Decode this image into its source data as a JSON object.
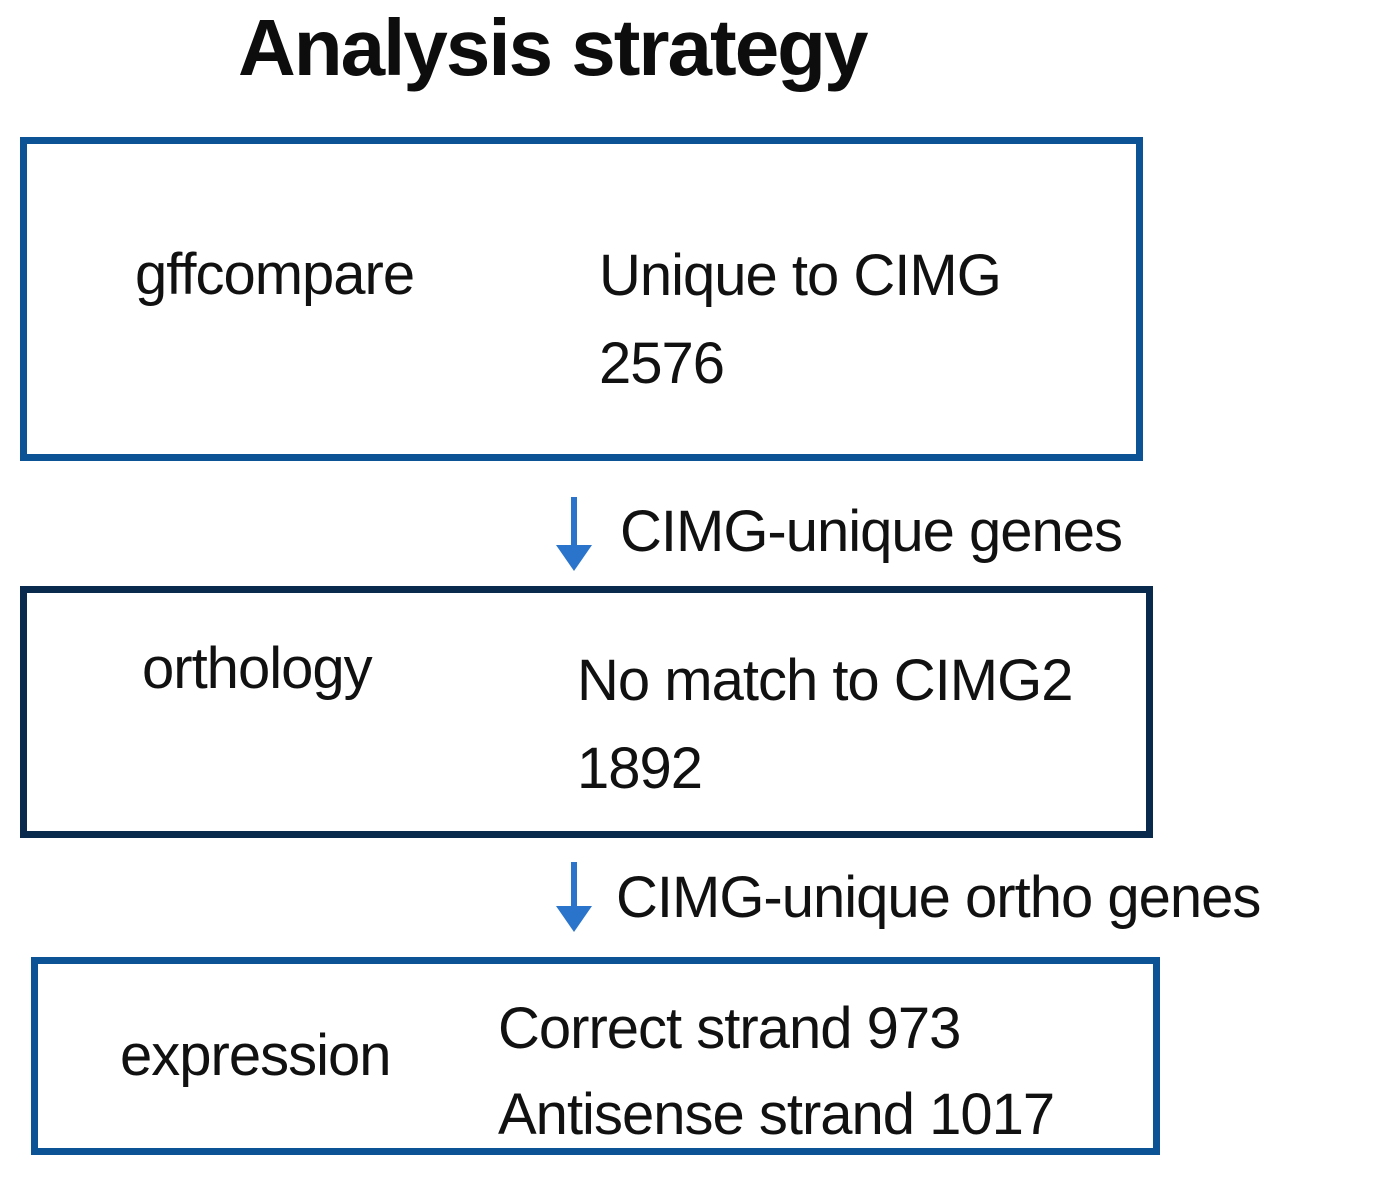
{
  "title": "Analysis strategy",
  "colors": {
    "box_border_blue": "#0B5394",
    "box_border_navy": "#0A2A4D",
    "arrow_blue": "#2B74CB",
    "text": "#111111"
  },
  "steps": [
    {
      "tool": "gffcompare",
      "result_line1": "Unique to CIMG",
      "result_line2": "2576"
    },
    {
      "tool": "orthology",
      "result_line1": "No match to CIMG2",
      "result_line2": "1892"
    },
    {
      "tool": "expression",
      "result_line1": "Correct strand 973",
      "result_line2": "Antisense strand 1017"
    }
  ],
  "arrows": [
    {
      "label": "CIMG-unique genes"
    },
    {
      "label": "CIMG-unique ortho genes"
    }
  ]
}
